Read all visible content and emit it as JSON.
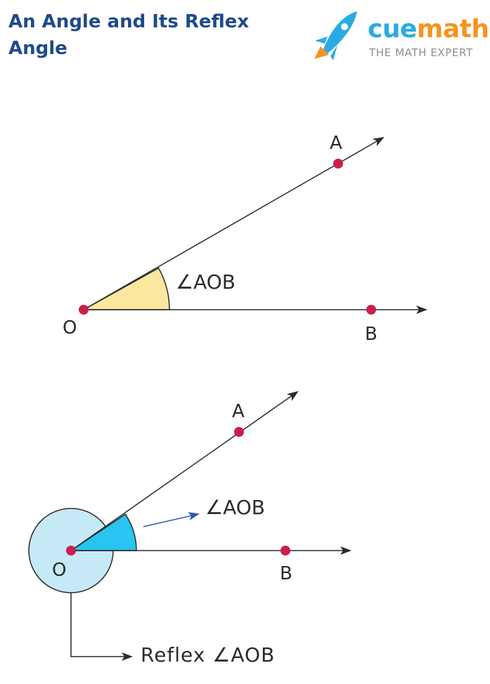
{
  "header": {
    "title_line1": "An Angle and Its Reflex",
    "title_line2": "Angle"
  },
  "logo": {
    "brand_part1": "cue",
    "brand_part2": "math",
    "tagline": "THE MATH EXPERT",
    "colors": {
      "cue": "#29abe2",
      "math": "#f7941d",
      "rocket": "#29abe2",
      "flame": "#f7941d"
    }
  },
  "diagram1": {
    "label_A": "A",
    "label_B": "B",
    "label_O": "O",
    "angle_label": "∠AOB",
    "colors": {
      "angle_fill": "#fbe89e",
      "point": "#c8204b"
    }
  },
  "diagram2": {
    "label_A": "A",
    "label_B": "B",
    "label_O": "O",
    "angle_label": "∠AOB",
    "reflex_label": "Reflex ∠AOB",
    "colors": {
      "angle_fill": "#29c4f2",
      "reflex_fill": "#c5e9f7",
      "arrow": "#2a5caa",
      "point": "#c8204b"
    }
  }
}
